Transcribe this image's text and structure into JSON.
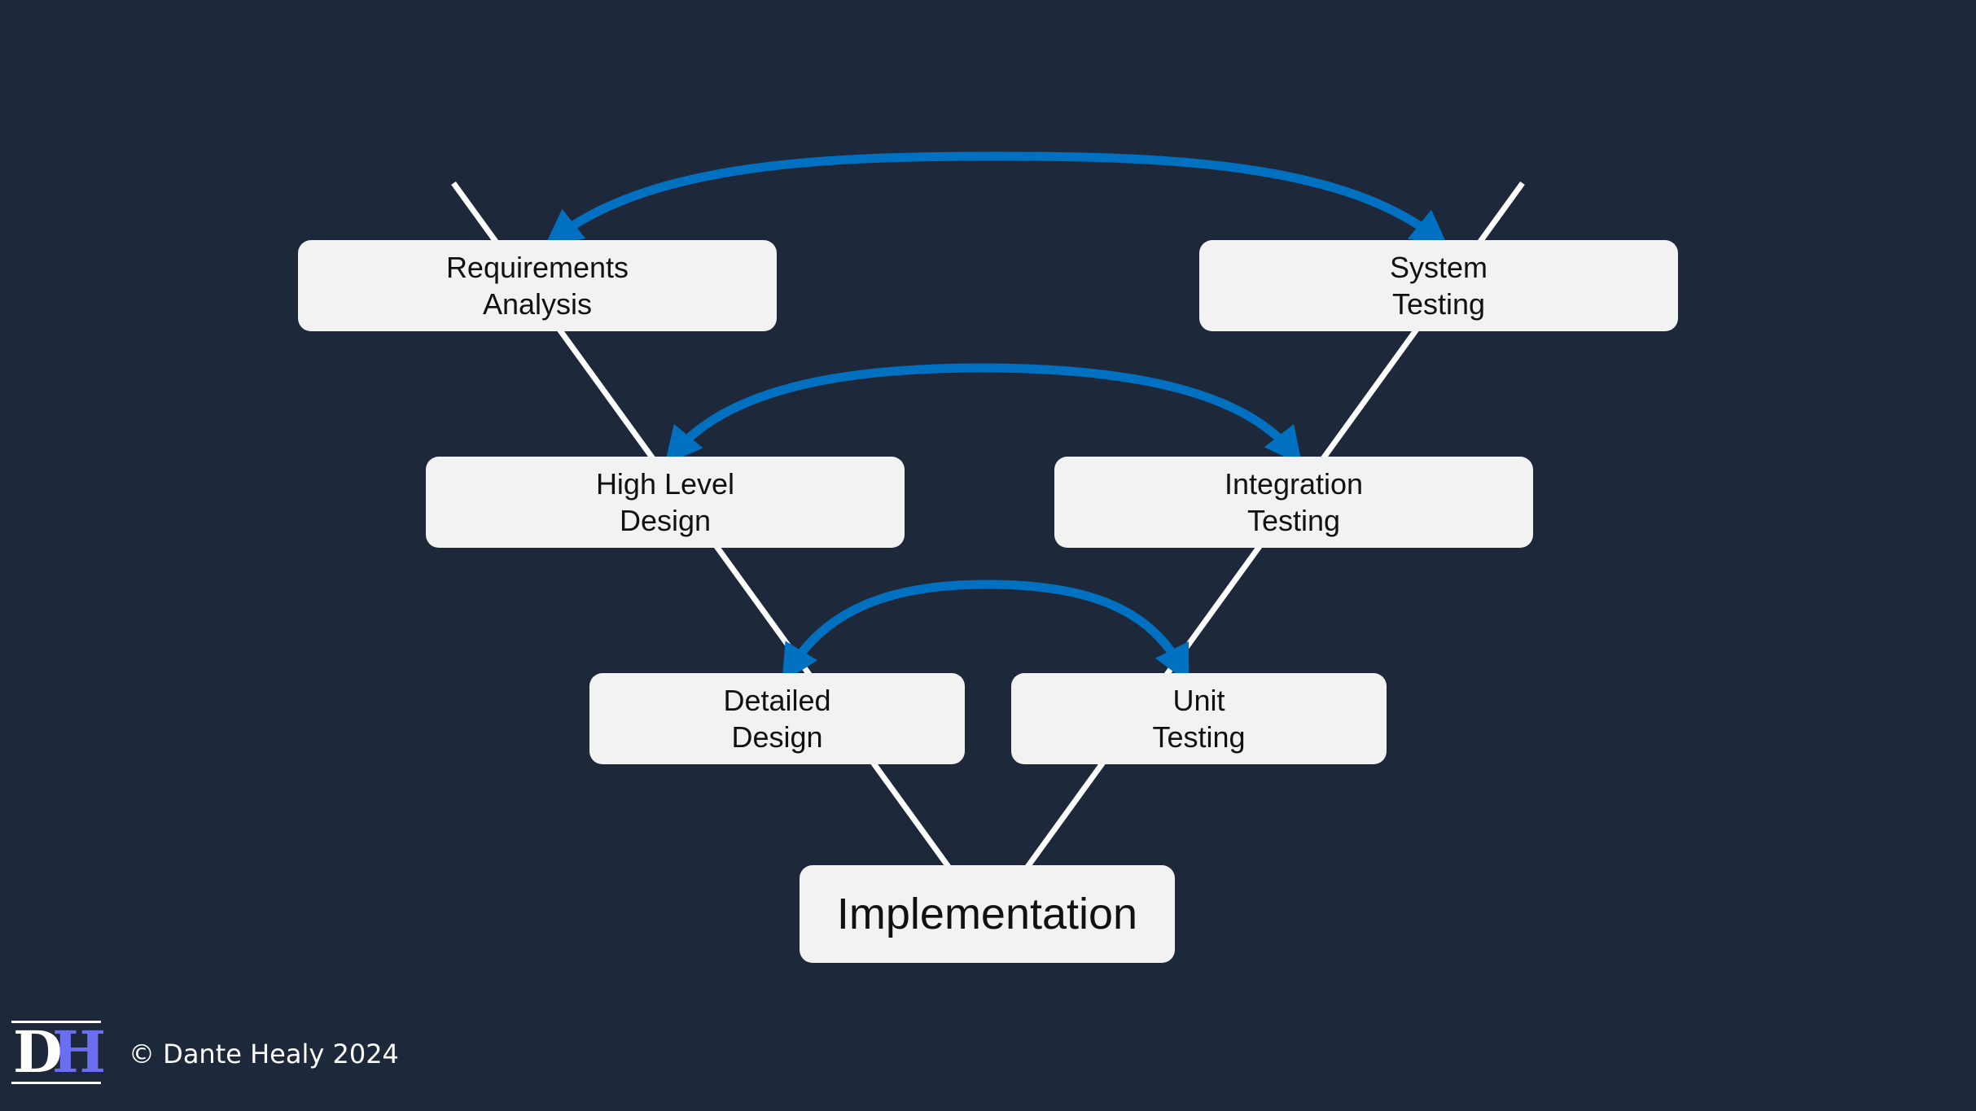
{
  "colors": {
    "background": "#1e283b",
    "box_fill": "#f2f2f2",
    "arrow": "#0070c0",
    "line": "#ffffff",
    "logo_accent": "#6b6ef0"
  },
  "stages": {
    "requirements": {
      "line1": "Requirements",
      "line2": "Analysis"
    },
    "high_level": {
      "line1": "High Level",
      "line2": "Design"
    },
    "detailed": {
      "line1": "Detailed",
      "line2": "Design"
    },
    "implementation": {
      "label": "Implementation"
    },
    "unit": {
      "line1": "Unit",
      "line2": "Testing"
    },
    "integration": {
      "line1": "Integration",
      "line2": "Testing"
    },
    "system": {
      "line1": "System",
      "line2": "Testing"
    }
  },
  "footer": {
    "logo_d": "D",
    "logo_h": "H",
    "copyright": "© Dante Healy 2024"
  }
}
